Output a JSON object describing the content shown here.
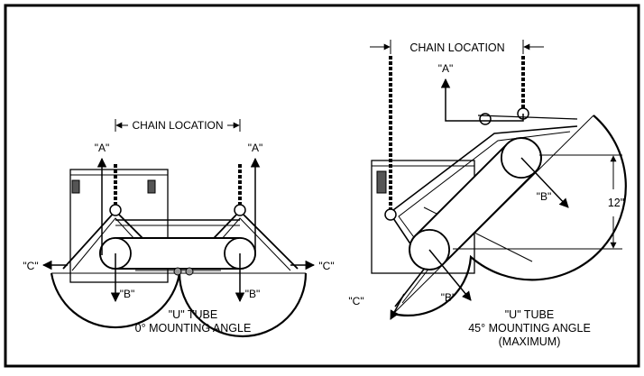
{
  "left_diagram": {
    "chain_location": "CHAIN LOCATION",
    "label_a": "\"A\"",
    "label_b": "\"B\"",
    "label_c": "\"C\"",
    "caption_line1": "\"U\" TUBE",
    "caption_line2": "0° MOUNTING ANGLE"
  },
  "right_diagram": {
    "chain_location": "CHAIN LOCATION",
    "label_a": "\"A\"",
    "label_b": "\"B\"",
    "label_c": "\"C\"",
    "dimension": "12\"",
    "caption_line1": "\"U\" TUBE",
    "caption_line2": "45° MOUNTING ANGLE",
    "caption_line3": "(MAXIMUM)"
  }
}
